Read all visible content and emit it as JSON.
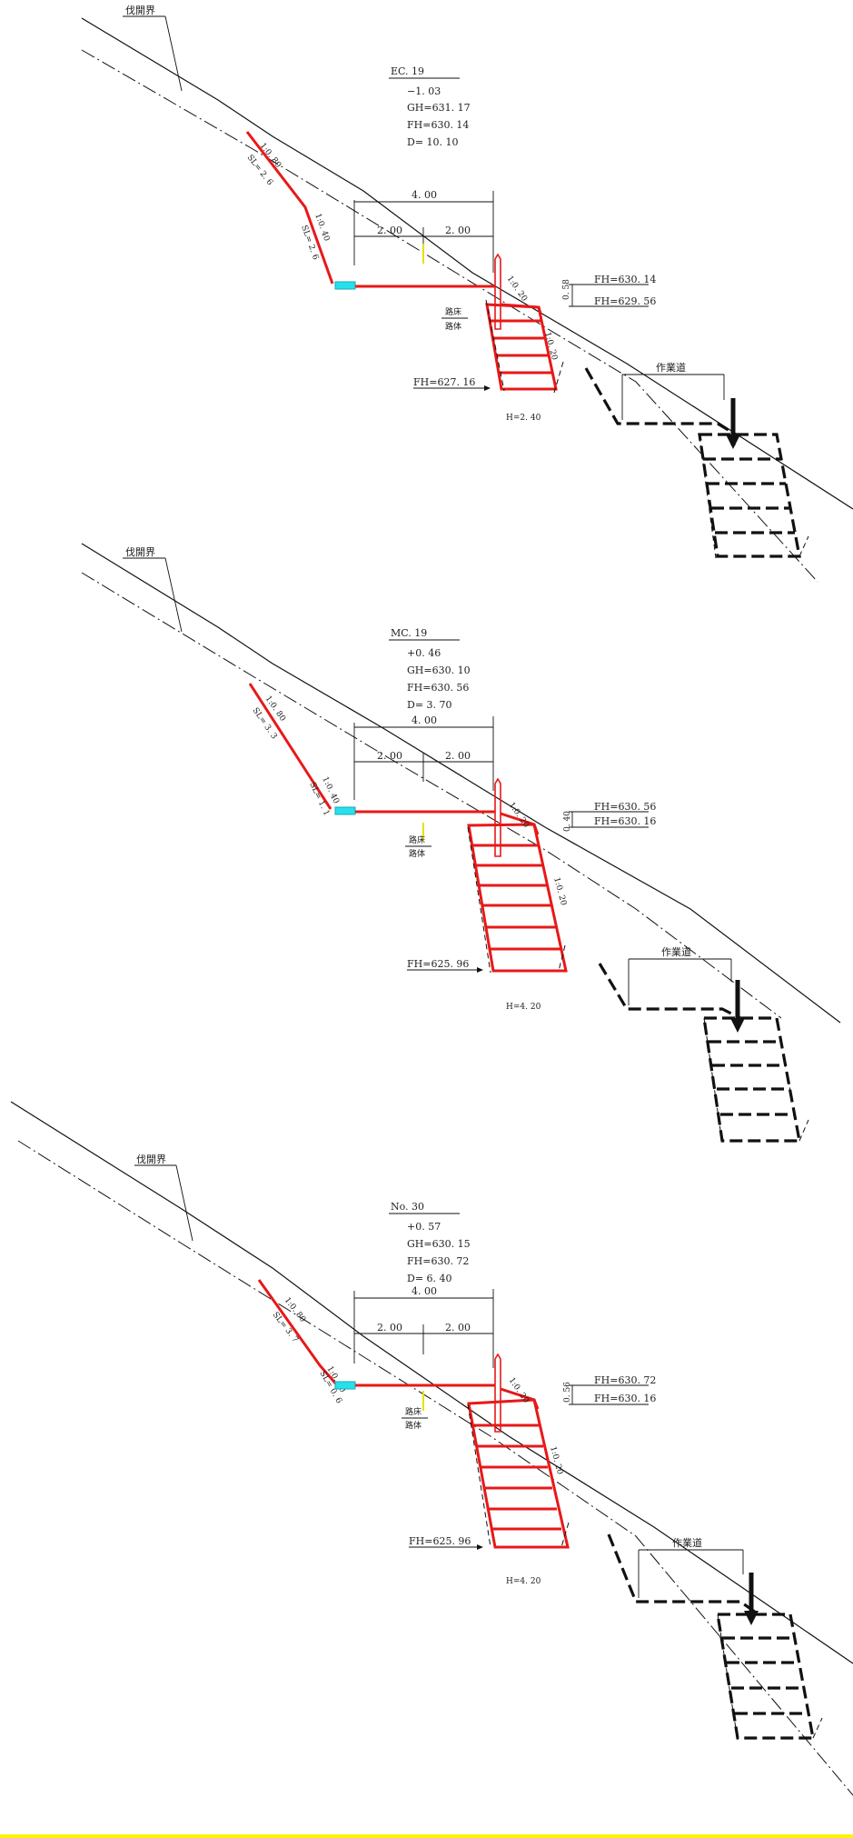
{
  "sections": [
    {
      "id": "EC. 19",
      "offset": "−1. 03",
      "gh": "GH=631. 17",
      "fh": "FH=630. 14",
      "d": "D=  10. 10",
      "width_total": "4. 00",
      "half_left": "2. 00",
      "half_right": "2. 00",
      "fh_top": "FH=630. 14",
      "fh_base": "FH=629. 56",
      "thickness": "0. 58",
      "fh_bottom": "FH=627. 16",
      "h": "H=2. 40",
      "slope_cut_top": "1:0. 80",
      "slope_cut_top_sl": "SL= 2. 6",
      "slope_cut_low": "1:0. 40",
      "slope_cut_low_sl": "SL= 2. 6",
      "slope_wall_top": "1:0. 20",
      "slope_wall_side": "1:0. 20"
    },
    {
      "id": "MC. 19",
      "offset": "+0. 46",
      "gh": "GH=630. 10",
      "fh": "FH=630. 56",
      "d": "D=  3. 70",
      "width_total": "4. 00",
      "half_left": "2. 00",
      "half_right": "2. 00",
      "fh_top": "FH=630. 56",
      "fh_base": "FH=630. 16",
      "thickness": "0. 40",
      "fh_bottom": "FH=625. 96",
      "h": "H=4. 20",
      "slope_cut_top": "1:0. 80",
      "slope_cut_top_sl": "SL= 3. 3",
      "slope_cut_low": "1:0. 40",
      "slope_cut_low_sl": "SL= 1. 1",
      "slope_wall_top": "1:0. 20",
      "slope_wall_side": "1:0. 20"
    },
    {
      "id": "No. 30",
      "offset": "+0. 57",
      "gh": "GH=630. 15",
      "fh": "FH=630. 72",
      "d": "D=  6. 40",
      "width_total": "4. 00",
      "half_left": "2. 00",
      "half_right": "2. 00",
      "fh_top": "FH=630. 72",
      "fh_base": "FH=630. 16",
      "thickness": "0. 56",
      "fh_bottom": "FH=625. 96",
      "h": "H=4. 20",
      "slope_cut_top": "1:0. 80",
      "slope_cut_top_sl": "SL= 3. 7",
      "slope_cut_low": "1:0. 40",
      "slope_cut_low_sl": "SL= 0. 6",
      "slope_wall_top": "1:0. 20",
      "slope_wall_side": "1:0. 20"
    }
  ],
  "labels": {
    "clearing_boundary": "伐開界",
    "work_road": "作業道",
    "roadbed": "路床",
    "subgrade": "路体"
  },
  "colors": {
    "design_line": "#e81818",
    "ditch": "#26e0ec",
    "existing": "#111111",
    "accent_bottom": "#fff200"
  }
}
